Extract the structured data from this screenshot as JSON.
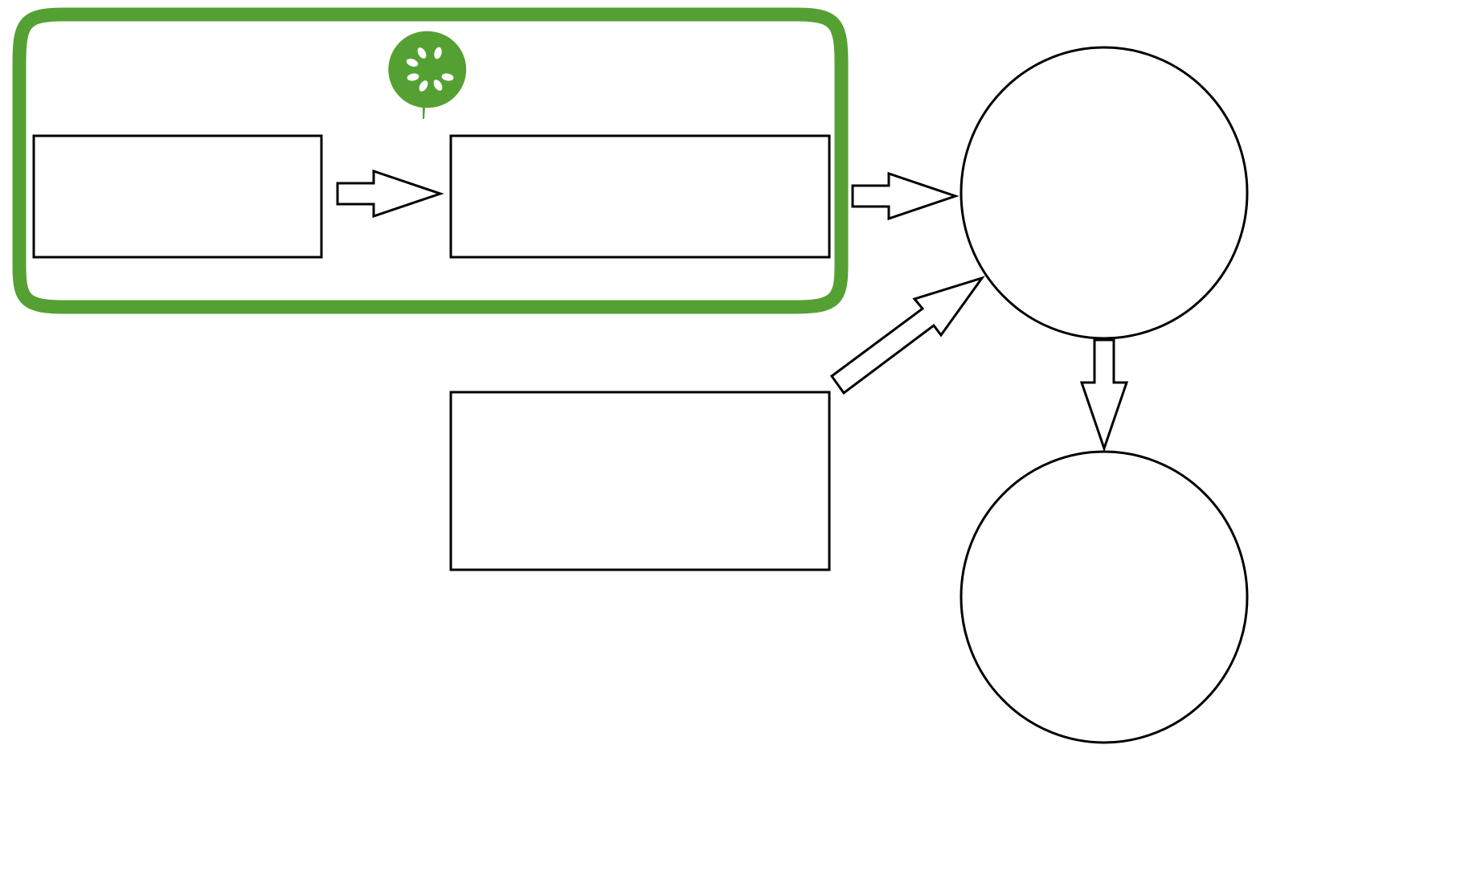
{
  "colors": {
    "group_border": "#55A032",
    "logo": "#55A032",
    "logo_seeds": "#ffffff",
    "stroke": "#000000",
    "background": "#ffffff"
  },
  "icons": {
    "group_logo": "cucumber-logo-icon"
  },
  "diagram": {
    "nodes": [
      {
        "id": "box-1",
        "shape": "rectangle",
        "label": ""
      },
      {
        "id": "box-2",
        "shape": "rectangle",
        "label": ""
      },
      {
        "id": "box-3",
        "shape": "rectangle",
        "label": ""
      },
      {
        "id": "circle-1",
        "shape": "circle",
        "label": ""
      },
      {
        "id": "circle-2",
        "shape": "circle",
        "label": ""
      }
    ],
    "edges": [
      {
        "from": "box-1",
        "to": "box-2",
        "style": "block-arrow"
      },
      {
        "from": "box-2",
        "to": "circle-1",
        "style": "block-arrow"
      },
      {
        "from": "box-3",
        "to": "circle-1",
        "style": "block-arrow"
      },
      {
        "from": "circle-1",
        "to": "circle-2",
        "style": "block-arrow"
      }
    ],
    "groups": [
      {
        "id": "cucumber-group",
        "members": [
          "box-1",
          "box-2"
        ],
        "label": ""
      }
    ]
  }
}
